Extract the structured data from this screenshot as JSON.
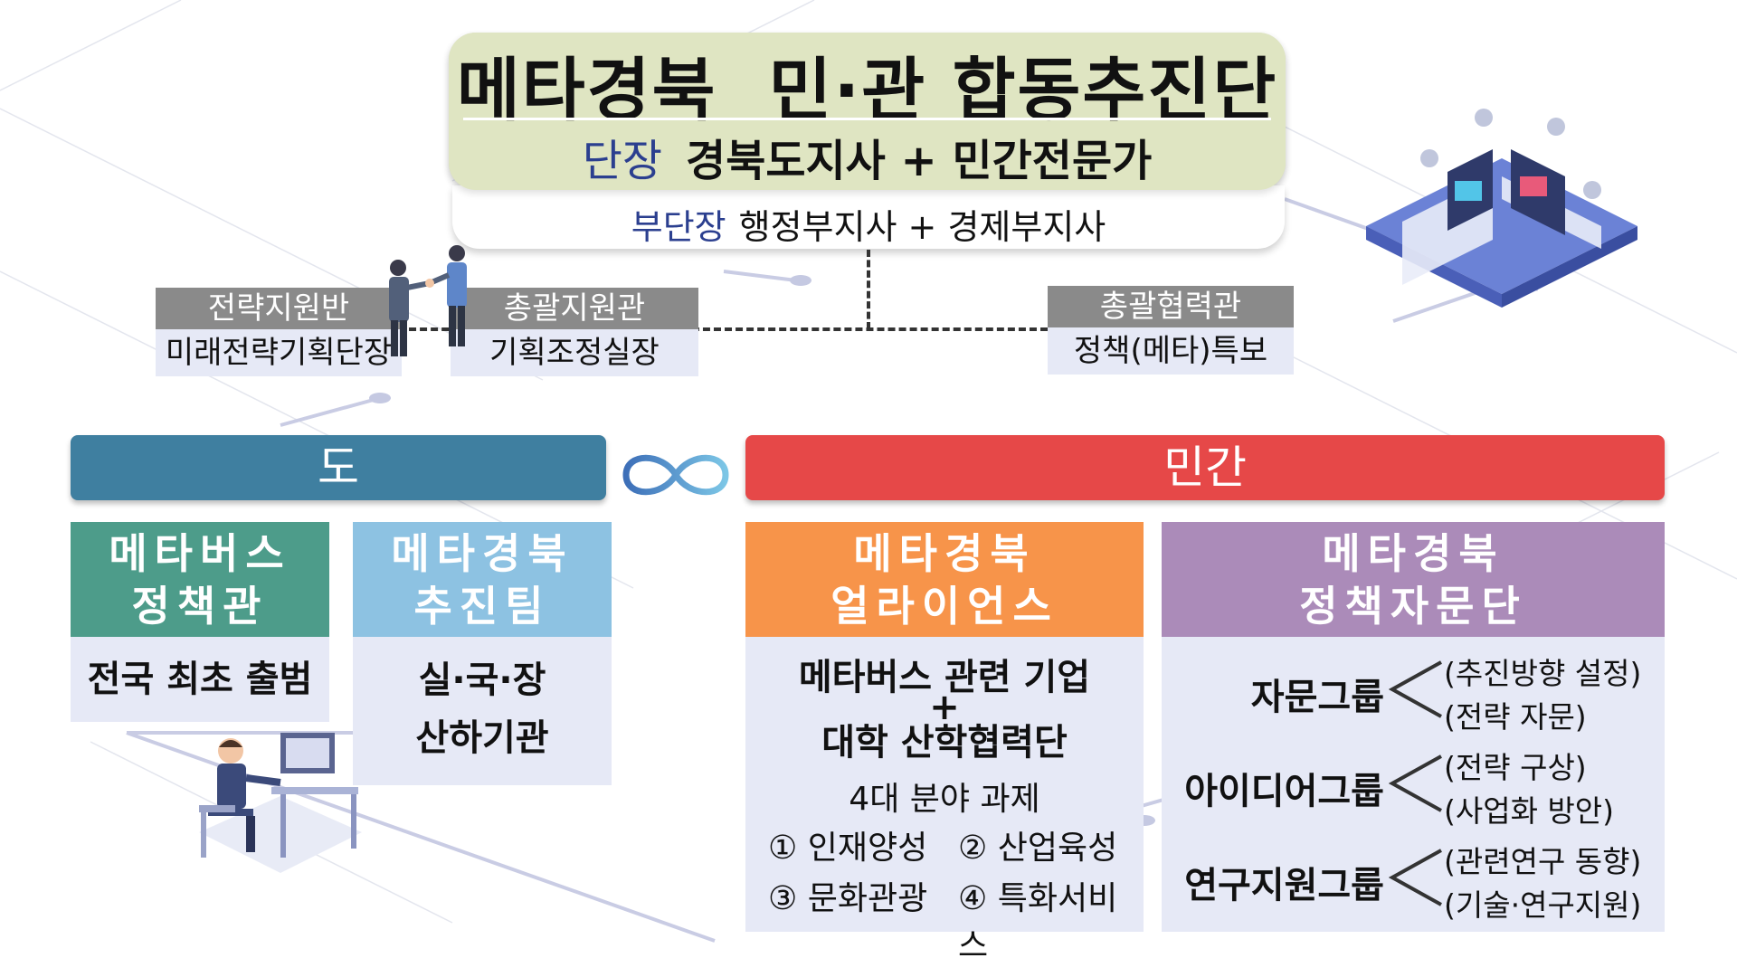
{
  "title": "메타경북  민·관 합동추진단",
  "head": {
    "role": "단장",
    "value": "경북도지사 + 민간전문가"
  },
  "deputy": {
    "role": "부단장",
    "value": "행정부지사 + 경제부지사"
  },
  "offices": [
    {
      "title": "전략지원반",
      "body": "미래전략기획단장"
    },
    {
      "title": "총괄지원관",
      "body": "기획조정실장"
    },
    {
      "title": "총괄협력관",
      "body": "정책(메타)특보"
    }
  ],
  "sections": {
    "left": "도",
    "right": "민간"
  },
  "cards": {
    "policy_office": {
      "title_line1": "메타버스",
      "title_line2": "정책관",
      "body": "전국 최초 출범"
    },
    "task_team": {
      "title_line1": "메타경북",
      "title_line2": "추진팀",
      "body_line1": "실·국·장",
      "body_line2": "산하기관"
    },
    "alliance": {
      "title_line1": "메타경북",
      "title_line2": "얼라이언스",
      "body_line1": "메타버스 관련 기업",
      "plus": "+",
      "body_line2": "대학 산학협력단",
      "tasks_title": "4대 분야 과제",
      "tasks": [
        "① 인재양성",
        "② 산업육성",
        "③ 문화관광",
        "④ 특화서비스"
      ]
    },
    "advisory": {
      "title_line1": "메타경북",
      "title_line2": "정책자문단",
      "groups": [
        {
          "name": "자문그룹",
          "items": [
            "(추진방향 설정)",
            "(전략 자문)"
          ]
        },
        {
          "name": "아이디어그룹",
          "items": [
            "(전략 구상)",
            "(사업화 방안)"
          ]
        },
        {
          "name": "연구지원그룹",
          "items": [
            "(관련연구 동향)",
            "(기술·연구지원)"
          ]
        }
      ]
    }
  },
  "colors": {
    "title_bg": "#dfe5c2",
    "role": "#2b3f8f",
    "office_head": "#8a8a8a",
    "light_bg": "#e6e9f6",
    "bar_left": "#3f7fa0",
    "bar_right": "#e64848",
    "card_green": "#4d9c8a",
    "card_sky": "#8dc2e2",
    "card_orange": "#f7944a",
    "card_purple": "#ab8bb9"
  },
  "icons": [
    "infinity-icon",
    "handshake-illustration",
    "office-illustration",
    "worker-illustration"
  ]
}
